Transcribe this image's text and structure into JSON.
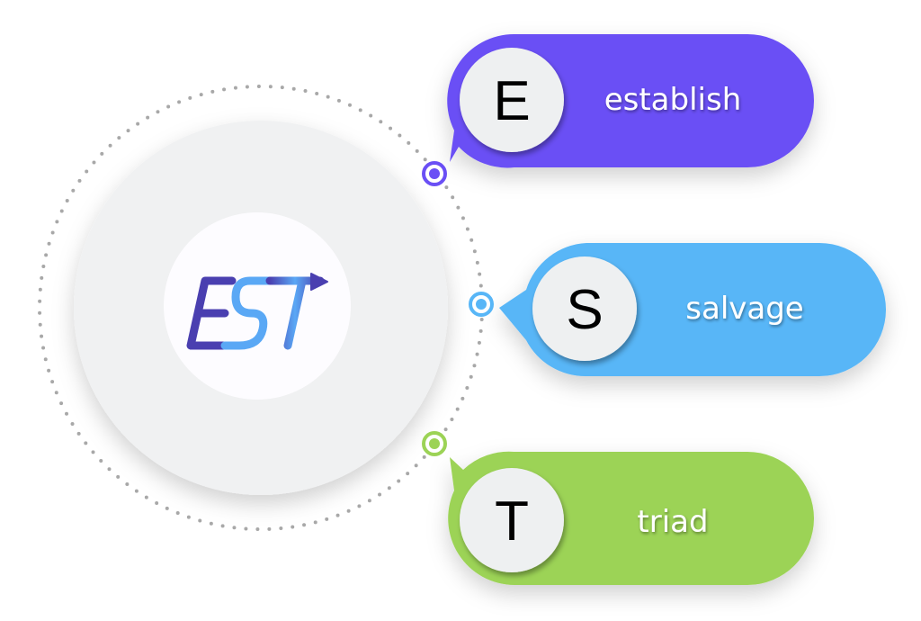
{
  "logo": {
    "text": "EST"
  },
  "items": [
    {
      "letter": "E",
      "word": "establish",
      "color": "#6a4ff5",
      "color2": "#5a3df2"
    },
    {
      "letter": "S",
      "word": "salvage",
      "color": "#58b6f7",
      "color2": "#4aa8f5"
    },
    {
      "letter": "T",
      "word": "triad",
      "color": "#9cd356",
      "color2": "#8cc846"
    }
  ]
}
